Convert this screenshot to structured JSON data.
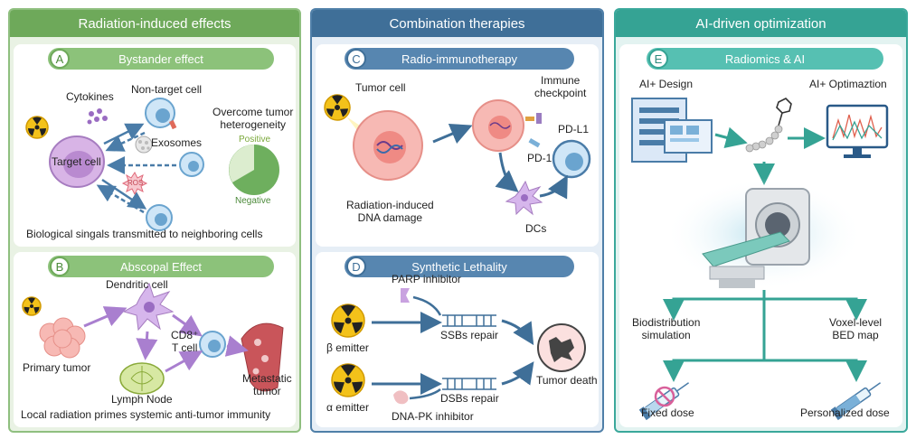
{
  "columns": {
    "radiation": {
      "title": "Radiation-induced effects",
      "panel_a": {
        "letter": "A",
        "title": "Bystander effect",
        "cytokines": "Cytokines",
        "non_target": "Non-target cell",
        "exosomes": "Exosomes",
        "ros": "ROS",
        "target": "Target cell",
        "overcome_1": "Overcome tumor",
        "overcome_2": "heterogeneity",
        "positive": "Positive",
        "negative": "Negative",
        "caption": "Biological singals transmitted to neighboring cells"
      },
      "panel_b": {
        "letter": "B",
        "title": "Abscopal Effect",
        "dendritic": "Dendritic cell",
        "cd8": "CD8⁺",
        "tcell": "T cell",
        "primary": "Primary tumor",
        "lymph": "Lymph Node",
        "metastatic_1": "Metastatic",
        "metastatic_2": "tumor",
        "caption": "Local radiation primes systemic anti-tumor immunity"
      }
    },
    "combination": {
      "title": "Combination therapies",
      "panel_c": {
        "letter": "C",
        "title": "Radio-immunotherapy",
        "tumor_cell": "Tumor cell",
        "immune_1": "Immune",
        "immune_2": "checkpoint",
        "pdl1": "PD-L1",
        "pd1": "PD-1",
        "damage_1": "Radiation-induced",
        "damage_2": "DNA damage",
        "dcs": "DCs"
      },
      "panel_d": {
        "letter": "D",
        "title": "Synthetic Lethality",
        "parp": "PARP inhibitor",
        "beta": "β emitter",
        "ssbs": "SSBs repair",
        "tumor_death": "Tumor death",
        "alpha": "α emitter",
        "dsbs": "DSBs repair",
        "dnapk": "DNA-PK inhibitor"
      }
    },
    "ai": {
      "title": "AI-driven optimization",
      "panel_e": {
        "letter": "E",
        "title": "Radiomics & AI",
        "design": "AI+ Design",
        "optim": "AI+ Optimaztion",
        "biodist_1": "Biodistribution",
        "biodist_2": "simulation",
        "voxel_1": "Voxel-level",
        "voxel_2": "BED map",
        "fixed": "Fixed dose",
        "personal": "Personalized dose"
      }
    }
  },
  "colors": {
    "green": "#6ea95a",
    "blue": "#3f6f98",
    "teal": "#35a394",
    "purple_arrow": "#a97fcf",
    "tumor_pink": "#f4a3a0"
  },
  "icons": [
    "radiation-icon",
    "syringe-icon",
    "monitor-icon",
    "ct-scanner-icon",
    "molecule-icon"
  ]
}
